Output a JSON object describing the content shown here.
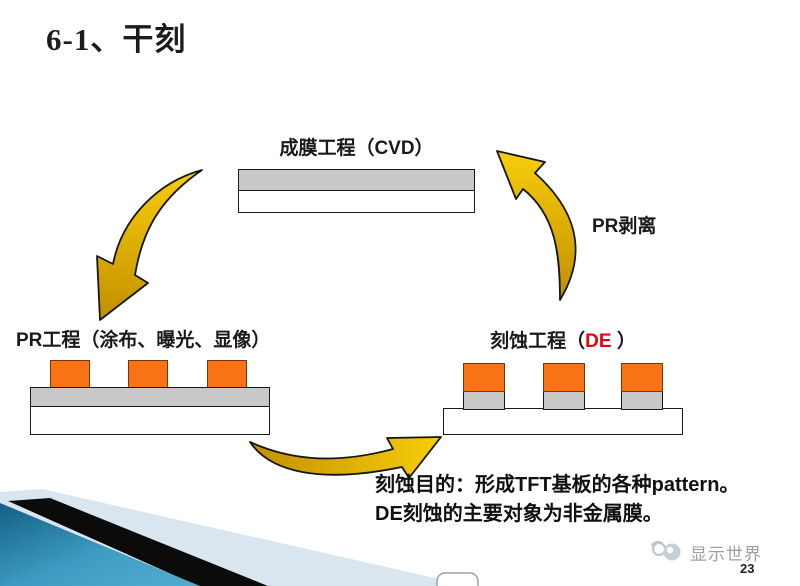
{
  "title": "6-1、干刻",
  "diagram": {
    "cvd_label": "成膜工程（CVD）",
    "pr_strip_label": "PR剥离",
    "pr_process_label": "PR工程（涂布、曝光、显像）",
    "etch_prefix": "刻蚀工程（",
    "etch_de": "DE",
    "etch_suffix": " ）"
  },
  "notes": {
    "line1": "刻蚀目的：形成TFT基板的各种pattern。",
    "line2": "DE刻蚀的主要对象为非金属膜。"
  },
  "footer": {
    "watermark": "显示世界",
    "page_number": "23"
  },
  "icons": {
    "watermark_logo_icon": "speech-cloud-logo",
    "arrow_left_icon": "curved-arrow-down-left",
    "arrow_right_icon": "curved-arrow-up-left",
    "arrow_bottom_icon": "curved-arrow-up-right"
  },
  "colors": {
    "photoresist_orange": "#F97316",
    "film_gray": "#C8C8C8",
    "arrow_gold_light": "#F7CE0A",
    "arrow_gold_dark": "#C28F00",
    "de_red": "#E60012",
    "decoration_teal_dark": "#1B749C",
    "decoration_teal_light": "#52AED0",
    "decoration_pale": "#D9E6EF",
    "decoration_black": "#0B0B0B",
    "watermark_gray": "#9AA0A6"
  }
}
